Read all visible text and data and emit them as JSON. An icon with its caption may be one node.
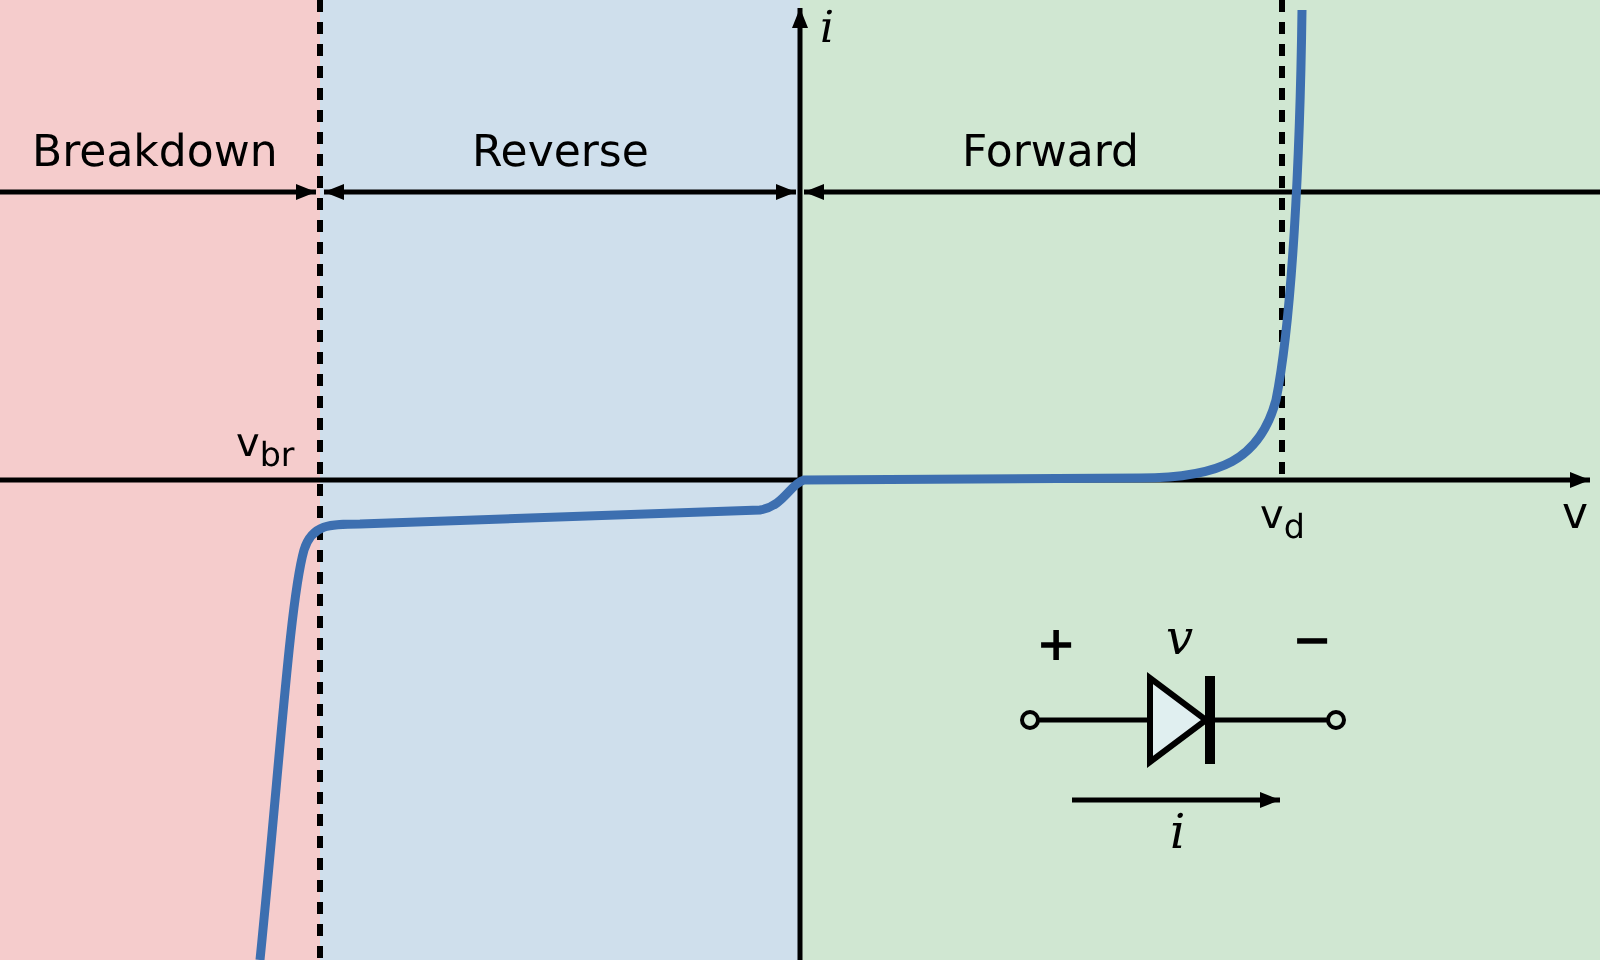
{
  "diagram": {
    "labels": [
      "i",
      "Breakdown",
      "Reverse",
      "Forward",
      "v$_{br}$",
      "v$_{d}$",
      "v",
      "+",
      "v",
      "−",
      "i"
    ]
  }
}
